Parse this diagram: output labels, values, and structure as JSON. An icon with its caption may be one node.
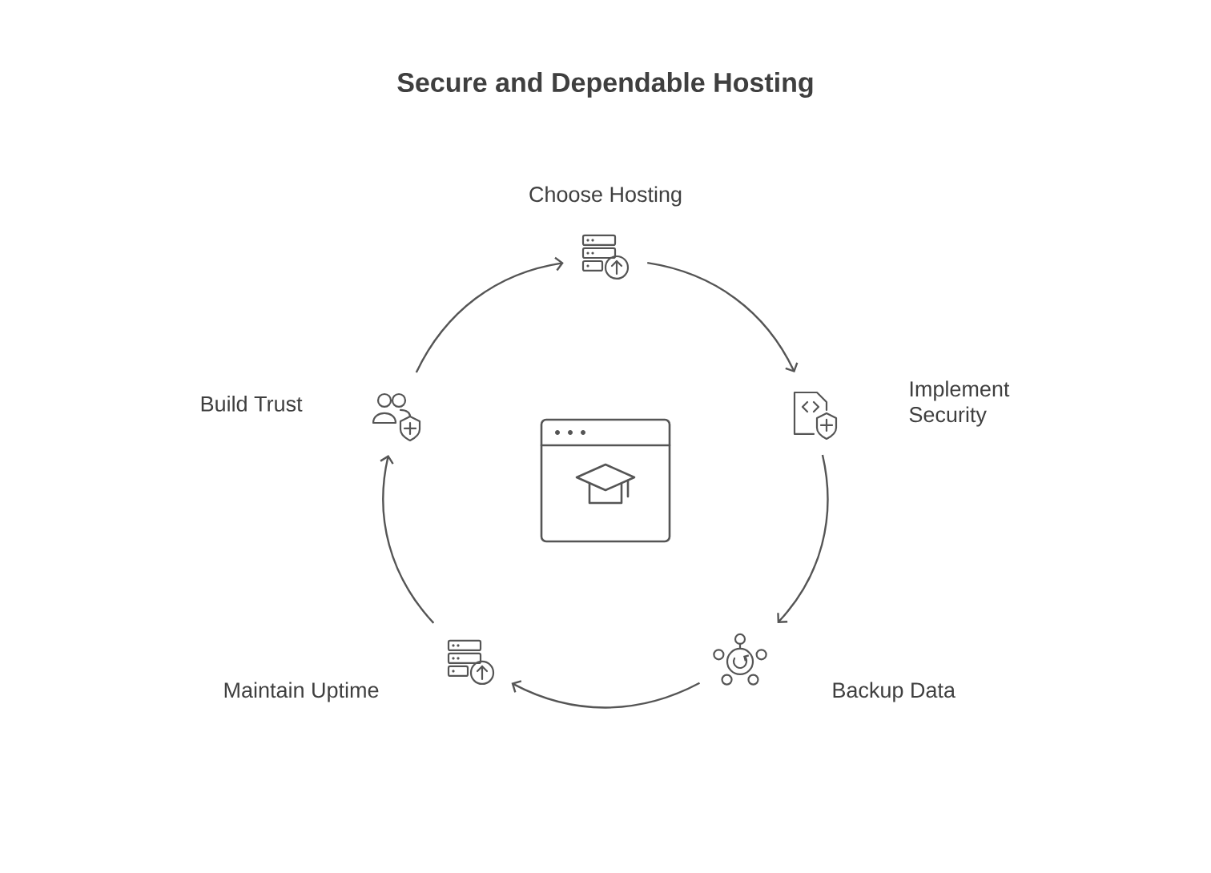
{
  "diagram": {
    "title": "Secure and Dependable Hosting",
    "nodes": [
      {
        "text": [
          "Choose Hosting"
        ]
      },
      {
        "text": [
          "Implement Security"
        ]
      },
      {
        "text": [
          "Backup Data"
        ]
      },
      {
        "text": [
          "Maintain Uptime"
        ]
      },
      {
        "text": [
          "Build Trust"
        ]
      }
    ],
    "edges": [
      {
        "from": 0,
        "to": 1,
        "arrow": "to"
      },
      {
        "from": 1,
        "to": 2,
        "arrow": "to"
      },
      {
        "from": 2,
        "to": 3,
        "arrow": "to"
      },
      {
        "from": 3,
        "to": 4,
        "arrow": "to"
      },
      {
        "from": 4,
        "to": 0,
        "arrow": "to"
      }
    ]
  }
}
